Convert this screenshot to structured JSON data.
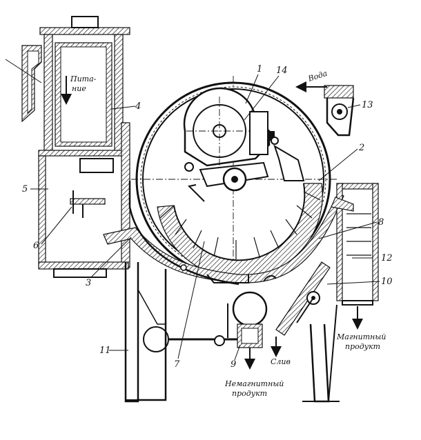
{
  "colors": {
    "ink": "#111111",
    "paper": "#ffffff"
  },
  "labels": {
    "feed": "Пита-\nние",
    "water": "Вода",
    "drain": "Слив",
    "magnetic": "Магнитный\nпродукт",
    "nonmagnetic": "Немагнитный\nпродукт"
  },
  "numbers": {
    "n1": "1",
    "n2": "2",
    "n3": "3",
    "n4": "4",
    "n5": "5",
    "n6": "6",
    "n7": "7",
    "n8": "8",
    "n9": "9",
    "n10": "10",
    "n11": "11",
    "n12": "12",
    "n13": "13",
    "n14": "14"
  }
}
